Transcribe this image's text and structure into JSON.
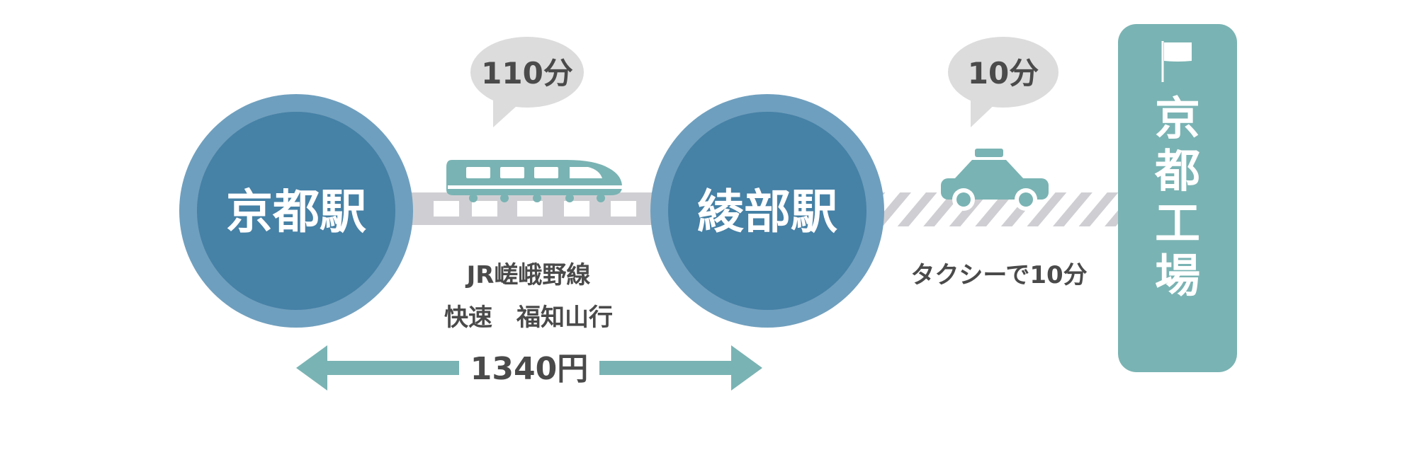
{
  "colors": {
    "station_outer": "#6f9fbe",
    "station_inner": "#4681a6",
    "teal": "#7ab3b3",
    "rail_gray": "#cfcfd3",
    "bubble_gray": "#dcdcdc",
    "text_dark": "#4a4a4a",
    "white": "#ffffff"
  },
  "stations": {
    "origin": "京都駅",
    "transfer": "綾部駅"
  },
  "train": {
    "duration": "110分",
    "line_name": "JR嵯峨野線",
    "service": "快速　福知山行",
    "fare": "1340円",
    "icon": "train-icon"
  },
  "taxi": {
    "duration": "10分",
    "description": "タクシーで10分",
    "icon": "taxi-icon"
  },
  "destination": {
    "chars": [
      "京",
      "都",
      "工",
      "場"
    ],
    "icon": "flag-icon"
  }
}
